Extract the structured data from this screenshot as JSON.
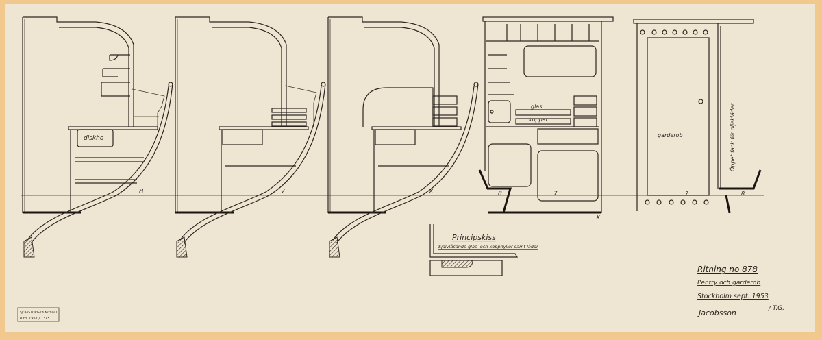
{
  "drawing": {
    "sections": [
      {
        "frame_label": "8",
        "sink_label": "diskho"
      },
      {
        "frame_label": "7"
      },
      {
        "frame_label": "X"
      }
    ],
    "front_elevation": {
      "glass_label": "glas",
      "cups_label": "koppar",
      "frame_labels": [
        "8",
        "7",
        "X"
      ]
    },
    "wardrobe": {
      "door_label": "garderob",
      "compartment_label": "Öppet fack för oljekläder",
      "frame_label": "7",
      "frame_label_2": "8"
    },
    "detail_sketch": {
      "title": "Principskiss",
      "subtitle": "Självlåsande glas- och kopphyllor samt lådor"
    }
  },
  "title_block": {
    "drawing_number": "Ritning no 878",
    "subject": "Pentry och garderob",
    "place_date": "Stockholm sept. 1953",
    "signature": "Jacobsson",
    "initials": "/ T.G."
  },
  "stamp": {
    "line1": "SJÖHISTORISKA MUSEET",
    "line2": "Ritn. 1951 / 1315"
  },
  "colors": {
    "paper": "#efe5d3",
    "border": "#f1c98f",
    "ink": "#2d271f"
  }
}
